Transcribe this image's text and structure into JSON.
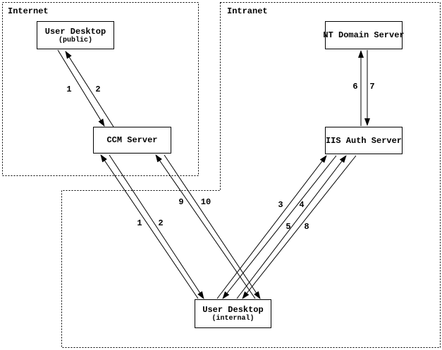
{
  "zones": {
    "internet": {
      "label": "Internet"
    },
    "intranet": {
      "label": "Intranet"
    }
  },
  "nodes": {
    "user_desktop_public": {
      "title": "User Desktop",
      "subtitle": "(public)"
    },
    "ccm_server": {
      "title": "CCM Server"
    },
    "nt_domain_server": {
      "title": "NT Domain Server"
    },
    "iis_auth_server": {
      "title": "IIS Auth Server"
    },
    "user_desktop_internal": {
      "title": "User Desktop",
      "subtitle": "(internal)"
    }
  },
  "arrows": [
    {
      "label": "1",
      "from": "user_desktop_public",
      "to": "ccm_server"
    },
    {
      "label": "2",
      "from": "ccm_server",
      "to": "user_desktop_public"
    },
    {
      "label": "1",
      "from": "user_desktop_internal",
      "to": "ccm_server"
    },
    {
      "label": "2",
      "from": "ccm_server",
      "to": "user_desktop_internal"
    },
    {
      "label": "9",
      "from": "user_desktop_internal",
      "to": "ccm_server"
    },
    {
      "label": "10",
      "from": "ccm_server",
      "to": "user_desktop_internal"
    },
    {
      "label": "3",
      "from": "user_desktop_internal",
      "to": "iis_auth_server"
    },
    {
      "label": "4",
      "from": "iis_auth_server",
      "to": "user_desktop_internal"
    },
    {
      "label": "5",
      "from": "user_desktop_internal",
      "to": "iis_auth_server"
    },
    {
      "label": "8",
      "from": "iis_auth_server",
      "to": "user_desktop_internal"
    },
    {
      "label": "6",
      "from": "iis_auth_server",
      "to": "nt_domain_server"
    },
    {
      "label": "7",
      "from": "nt_domain_server",
      "to": "iis_auth_server"
    }
  ],
  "colors": {
    "line": "#000000",
    "background": "#ffffff"
  }
}
